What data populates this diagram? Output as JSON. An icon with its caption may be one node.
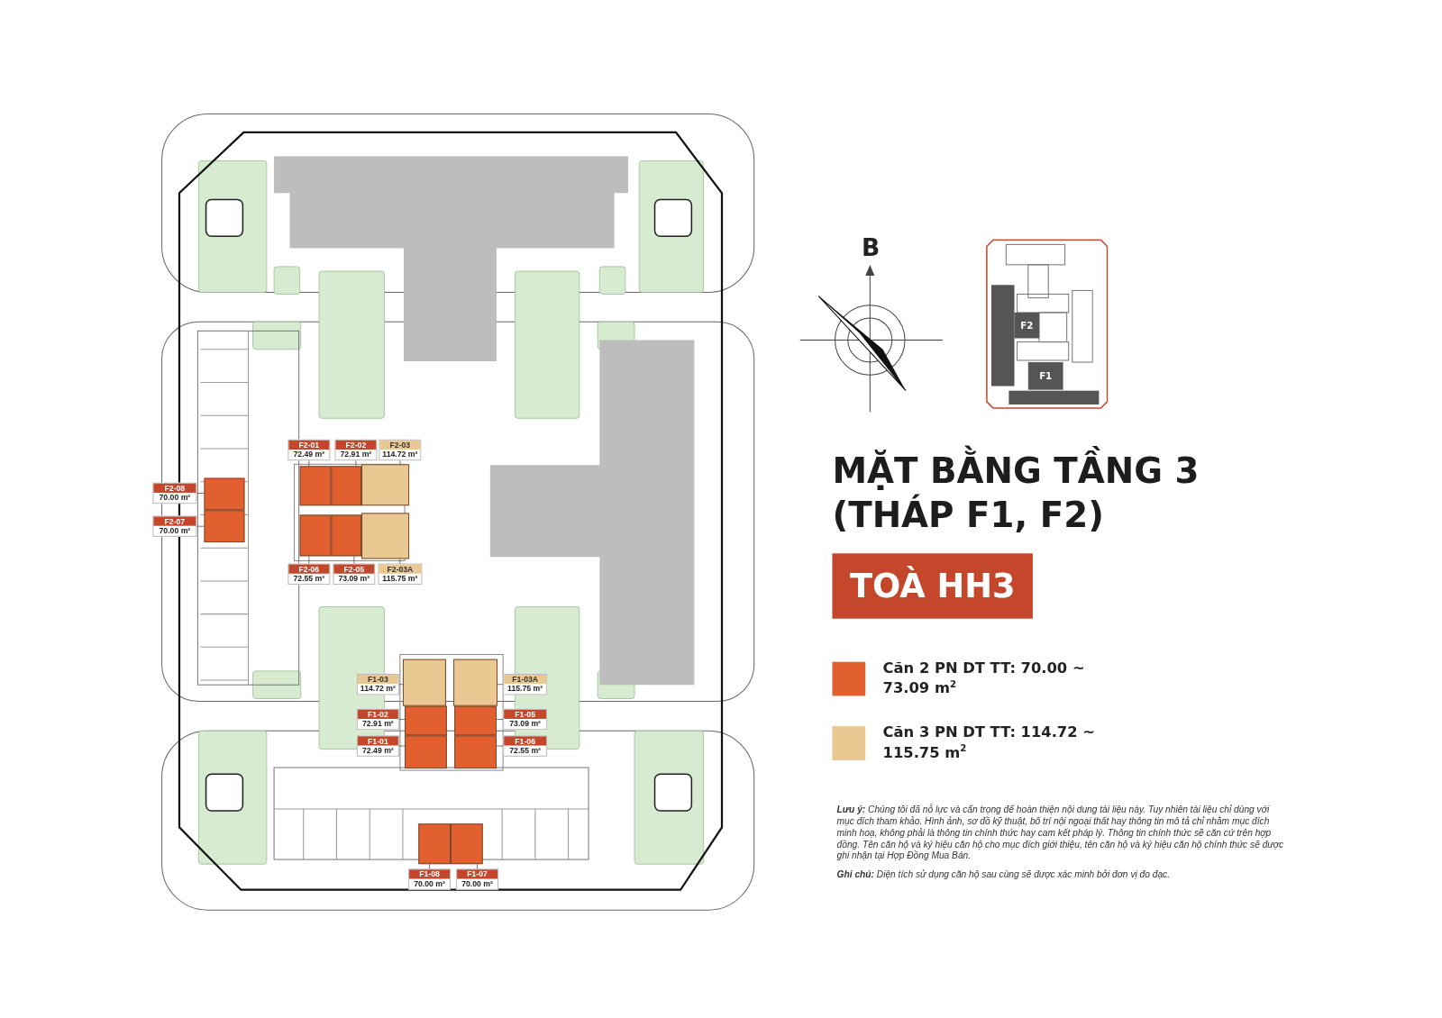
{
  "diagram": {
    "title": "MẶT BẰNG TẦNG 3 (THÁP F1, F2)",
    "nodes": [
      {
        "text": [
          "TOÀ HH3"
        ]
      },
      {
        "text": [],
        "shape": "box"
      },
      {
        "text": [
          "F2"
        ],
        "in": 1
      },
      {
        "text": [
          "F1"
        ],
        "in": 1
      },
      {
        "text": [
          "F2-01",
          "72.49 m²"
        ]
      },
      {
        "text": [
          "F2-02",
          "72.91 m²"
        ]
      },
      {
        "text": [
          "F2-03",
          "114.72 m²"
        ]
      },
      {
        "text": [
          "F2-08",
          "70.00 m²"
        ]
      },
      {
        "text": [
          "F2-07",
          "70.00 m²"
        ]
      },
      {
        "text": [
          "F2-06",
          "72.55 m²"
        ]
      },
      {
        "text": [
          "F2-05",
          "73.09 m²"
        ]
      },
      {
        "text": [
          "F2-03A",
          "115.75 m²"
        ]
      },
      {
        "text": [
          "F1-03",
          "114.72 m²"
        ]
      },
      {
        "text": [
          "F1-03A",
          "115.75 m²"
        ]
      },
      {
        "text": [
          "F1-02",
          "72.91 m²"
        ]
      },
      {
        "text": [
          "F1-05",
          "73.09 m²"
        ]
      },
      {
        "text": [
          "F1-01",
          "72.49 m²"
        ]
      },
      {
        "text": [
          "F1-06",
          "72.55 m²"
        ]
      },
      {
        "text": [
          "F1-08",
          "70.00 m²"
        ]
      },
      {
        "text": [
          "F1-07",
          "70.00 m²"
        ]
      },
      {
        "text": [],
        "shape": "box"
      },
      {
        "text": [],
        "shape": "box"
      },
      {
        "text": [],
        "shape": "box"
      },
      {
        "text": [],
        "shape": "box"
      },
      {
        "text": [],
        "shape": "box"
      },
      {
        "text": [],
        "shape": "box"
      },
      {
        "text": [],
        "shape": "box"
      },
      {
        "text": [],
        "shape": "box"
      },
      {
        "text": [],
        "shape": "box"
      },
      {
        "text": [],
        "shape": "box"
      },
      {
        "text": [],
        "shape": "box"
      },
      {
        "text": [],
        "shape": "box"
      },
      {
        "text": [],
        "shape": "box"
      },
      {
        "text": [],
        "shape": "box"
      },
      {
        "text": [],
        "shape": "box"
      },
      {
        "text": [],
        "shape": "box"
      }
    ],
    "edges": [
      {
        "from": 4,
        "to": 20,
        "arrow": "none"
      },
      {
        "from": 5,
        "to": 21,
        "arrow": "none"
      },
      {
        "from": 6,
        "to": 22,
        "arrow": "none"
      },
      {
        "from": 7,
        "to": 23,
        "arrow": "none"
      },
      {
        "from": 8,
        "to": 24,
        "arrow": "none"
      },
      {
        "from": 9,
        "to": 25,
        "arrow": "none"
      },
      {
        "from": 10,
        "to": 26,
        "arrow": "none"
      },
      {
        "from": 11,
        "to": 27,
        "arrow": "none"
      },
      {
        "from": 12,
        "to": 28,
        "arrow": "none"
      },
      {
        "from": 13,
        "to": 29,
        "arrow": "none"
      },
      {
        "from": 14,
        "to": 30,
        "arrow": "none"
      },
      {
        "from": 15,
        "to": 31,
        "arrow": "none"
      },
      {
        "from": 16,
        "to": 32,
        "arrow": "none"
      },
      {
        "from": 17,
        "to": 33,
        "arrow": "none"
      },
      {
        "from": 18,
        "to": 34,
        "arrow": "none"
      },
      {
        "from": 19,
        "to": 35,
        "arrow": "none"
      }
    ],
    "labels": [
      "B",
      "**Lưu ý:** Chúng tôi đã nỗ lực và cẩn trọng để hoàn thiện nội dung tài liệu này. Tuy nhiên tài liệu chỉ dùng với mục đích tham khảo. Hình ảnh, sơ đồ kỹ thuật, bố trí nội ngoại thất hay thông tin mô tả chỉ nhằm mục đích minh hoạ, không phải là thông tin chính thức hay cam kết pháp lý. Thông tin chính thức sẽ căn cứ trên hợp đồng. Tên căn hộ và ký hiệu căn hộ cho mục đích giới thiệu, tên căn hộ và ký hiệu căn hộ chính thức sẽ được ghi nhận tại Hợp Đồng Mua Bán.",
      "**Ghi chú:** Diện tích sử dụng căn hộ sau cùng sẽ được xác minh bởi đơn vị đo đạc."
    ],
    "legend": [
      {
        "text": "Căn 2 PN DT TT: 70.00 ~ 73.09 m$^{2}$",
        "color": "#e2602f"
      },
      {
        "text": "Căn 3 PN DT TT:  114.72 ~ 115.75 m$^{2}$",
        "color": "#eac891"
      }
    ]
  }
}
